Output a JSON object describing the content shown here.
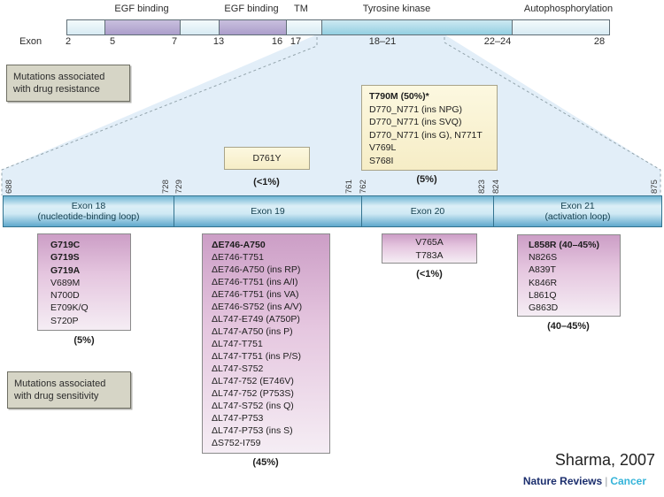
{
  "colors": {
    "egf_purple": "#ab9ecb",
    "kinase_blue": "#93cfe2",
    "box_pink": "#cc9ec6",
    "box_yellow": "#f6edc6",
    "funnel_blue": "#e2eef8",
    "nature_navy": "#1c2f6e",
    "nature_cyan": "#35b4d9"
  },
  "gene_map": {
    "domains": [
      "EGF binding",
      "EGF binding",
      "TM",
      "Tyrosine kinase",
      "Autophosphorylation"
    ],
    "axis_label": "Exon",
    "exon_ticks": [
      "2",
      "5",
      "7",
      "13",
      "16",
      "17",
      "18–21",
      "22–24",
      "28"
    ]
  },
  "kinase_region": {
    "residue_ticks": [
      "688",
      "728",
      "729",
      "761",
      "762",
      "823",
      "824",
      "875"
    ],
    "exon_segments": [
      "Exon 18\n(nucleotide-binding loop)",
      "Exon 19",
      "Exon 20",
      "Exon 21\n(activation loop)"
    ]
  },
  "legends": {
    "resistance": "Mutations associated\nwith drug resistance",
    "sensitivity": "Mutations associated\nwith drug sensitivity"
  },
  "resistance_boxes": {
    "exon20_t790m": {
      "lines": [
        {
          "t": "T790M (50%)*",
          "b": true
        },
        {
          "t": "D770_N771 (ins NPG)"
        },
        {
          "t": "D770_N771 (ins SVQ)"
        },
        {
          "t": "D770_N771 (ins G), N771T"
        },
        {
          "t": "V769L"
        },
        {
          "t": "S768I"
        }
      ],
      "pct": "(5%)"
    },
    "d761y": {
      "lines": [
        {
          "t": "D761Y"
        }
      ],
      "pct": "(<1%)"
    }
  },
  "sensitivity_boxes": {
    "exon18": {
      "lines": [
        {
          "t": "G719C",
          "b": true
        },
        {
          "t": "G719S",
          "b": true
        },
        {
          "t": "G719A",
          "b": true
        },
        {
          "t": "V689M"
        },
        {
          "t": "N700D"
        },
        {
          "t": "E709K/Q"
        },
        {
          "t": "S720P"
        }
      ],
      "pct": "(5%)"
    },
    "exon19": {
      "lines": [
        {
          "t": "ΔE746-A750",
          "b": true
        },
        {
          "t": "ΔE746-T751"
        },
        {
          "t": "ΔE746-A750 (ins RP)"
        },
        {
          "t": "ΔE746-T751 (ins A/I)"
        },
        {
          "t": "ΔE746-T751 (ins VA)"
        },
        {
          "t": "ΔE746-S752 (ins A/V)"
        },
        {
          "t": "ΔL747-E749 (A750P)"
        },
        {
          "t": "ΔL747-A750 (ins P)"
        },
        {
          "t": "ΔL747-T751"
        },
        {
          "t": "ΔL747-T751 (ins P/S)"
        },
        {
          "t": "ΔL747-S752"
        },
        {
          "t": "ΔL747-752 (E746V)"
        },
        {
          "t": "ΔL747-752 (P753S)"
        },
        {
          "t": "ΔL747-S752 (ins Q)"
        },
        {
          "t": "ΔL747-P753"
        },
        {
          "t": "ΔL747-P753 (ins S)"
        },
        {
          "t": "ΔS752-I759"
        }
      ],
      "pct": "(45%)"
    },
    "exon20": {
      "lines": [
        {
          "t": "V765A"
        },
        {
          "t": "T783A"
        }
      ],
      "pct": "(<1%)"
    },
    "exon21": {
      "lines": [
        {
          "t": "L858R (40–45%)",
          "b": true
        },
        {
          "t": "N826S"
        },
        {
          "t": "A839T"
        },
        {
          "t": "K846R"
        },
        {
          "t": "L861Q"
        },
        {
          "t": "G863D"
        }
      ],
      "pct": "(40–45%)"
    }
  },
  "footer": {
    "citation": "Sharma, 2007",
    "brand": "Nature Reviews",
    "brand_divider": "|",
    "brand_section": "Cancer"
  }
}
